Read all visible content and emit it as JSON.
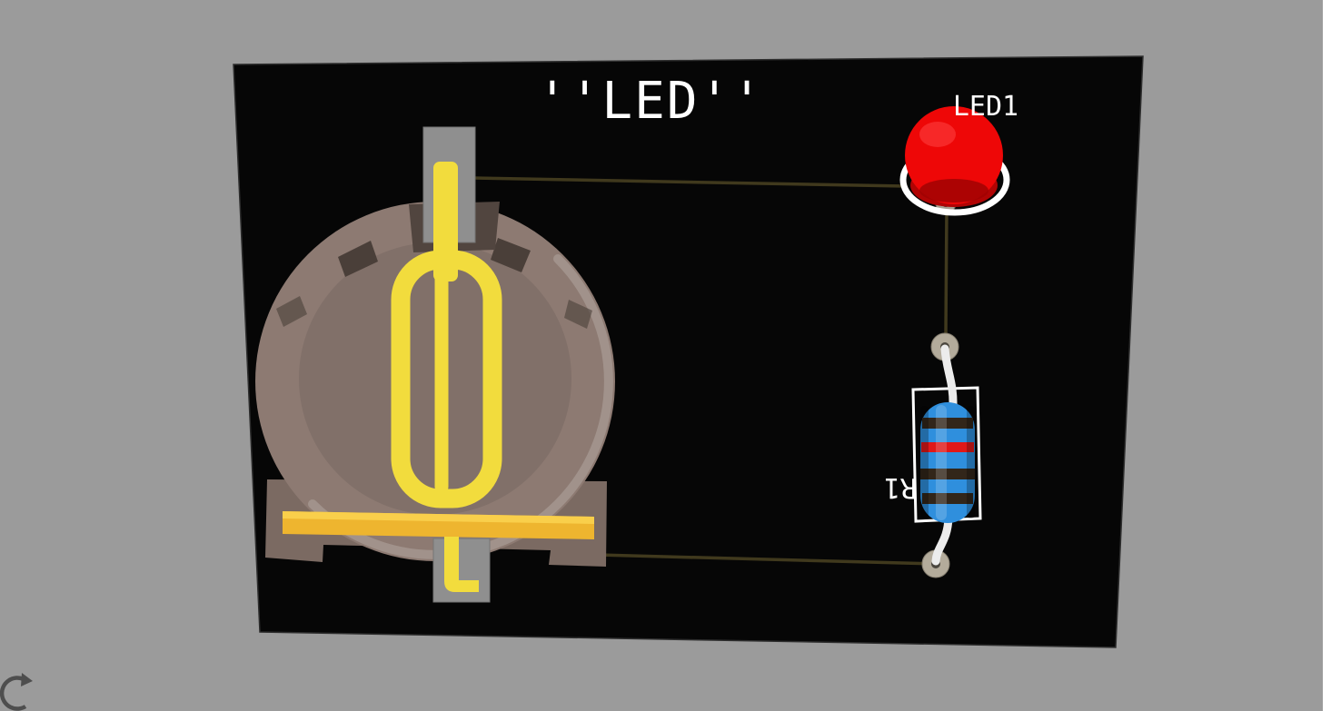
{
  "viewer": {
    "background_color": "#9b9b9b",
    "right_strip_color": "#ffffff",
    "rotate_icon_color": "#4e4e4e"
  },
  "board": {
    "color": "#060606",
    "trace_color": "#40391d",
    "silkscreen_color": "#ffffff",
    "title": "''LED''"
  },
  "components": {
    "battery_holder": {
      "body_color": "#8d7a72",
      "inner_color": "#817069",
      "base_color": "#7b6a62",
      "rim_highlight_color": "#a5978f",
      "slot_color": "#4a3f39",
      "notch_color": "#51453f",
      "clip_color": "#f2dc3d",
      "bar_color": "#eeb52f",
      "tab_color": "#8f8f8f"
    },
    "led": {
      "label": "LED1",
      "dome_color": "#ee0707",
      "base_dark_color": "#b00404",
      "shadow_color": "#a00202",
      "ring_color": "#ffffff",
      "pad_color": "#a89f91"
    },
    "resistor": {
      "label": "R1",
      "body_color": "#2f8fdd",
      "band_dark_color": "#32261a",
      "band_red_color": "#e01818",
      "lead_color": "#ececec",
      "pad_color": "#b3ab9b",
      "outline_color": "#ffffff"
    }
  }
}
